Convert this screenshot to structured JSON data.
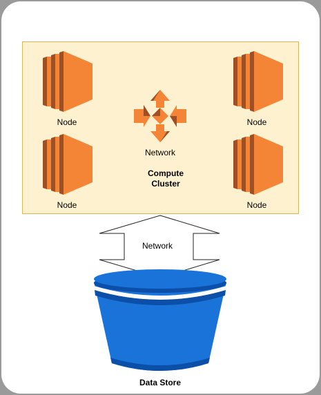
{
  "diagram": {
    "nodes": [
      {
        "id": "node-top-left",
        "label": "Node"
      },
      {
        "id": "node-bottom-left",
        "label": "Node"
      },
      {
        "id": "node-top-right",
        "label": "Node"
      },
      {
        "id": "node-bottom-right",
        "label": "Node"
      }
    ],
    "network_icon_label": "Network",
    "cluster_label_line1": "Compute",
    "cluster_label_line2": "Cluster",
    "network_link_label": "Network",
    "data_store_label": "Data Store"
  },
  "colors": {
    "background": "#9a9a9a",
    "frame": "#ffffff",
    "cluster_fill": "#fdf1cf",
    "cluster_border": "#d6b656",
    "compute_orange": "#f58536",
    "compute_dark": "#9d5025",
    "bucket_blue": "#1a73d9",
    "bucket_dark": "#0b4fa8"
  },
  "icons": {
    "node": "ec2-instance-icon",
    "network": "load-balancer-icon",
    "arrow": "double-arrow-icon",
    "store": "storage-bucket-icon"
  }
}
